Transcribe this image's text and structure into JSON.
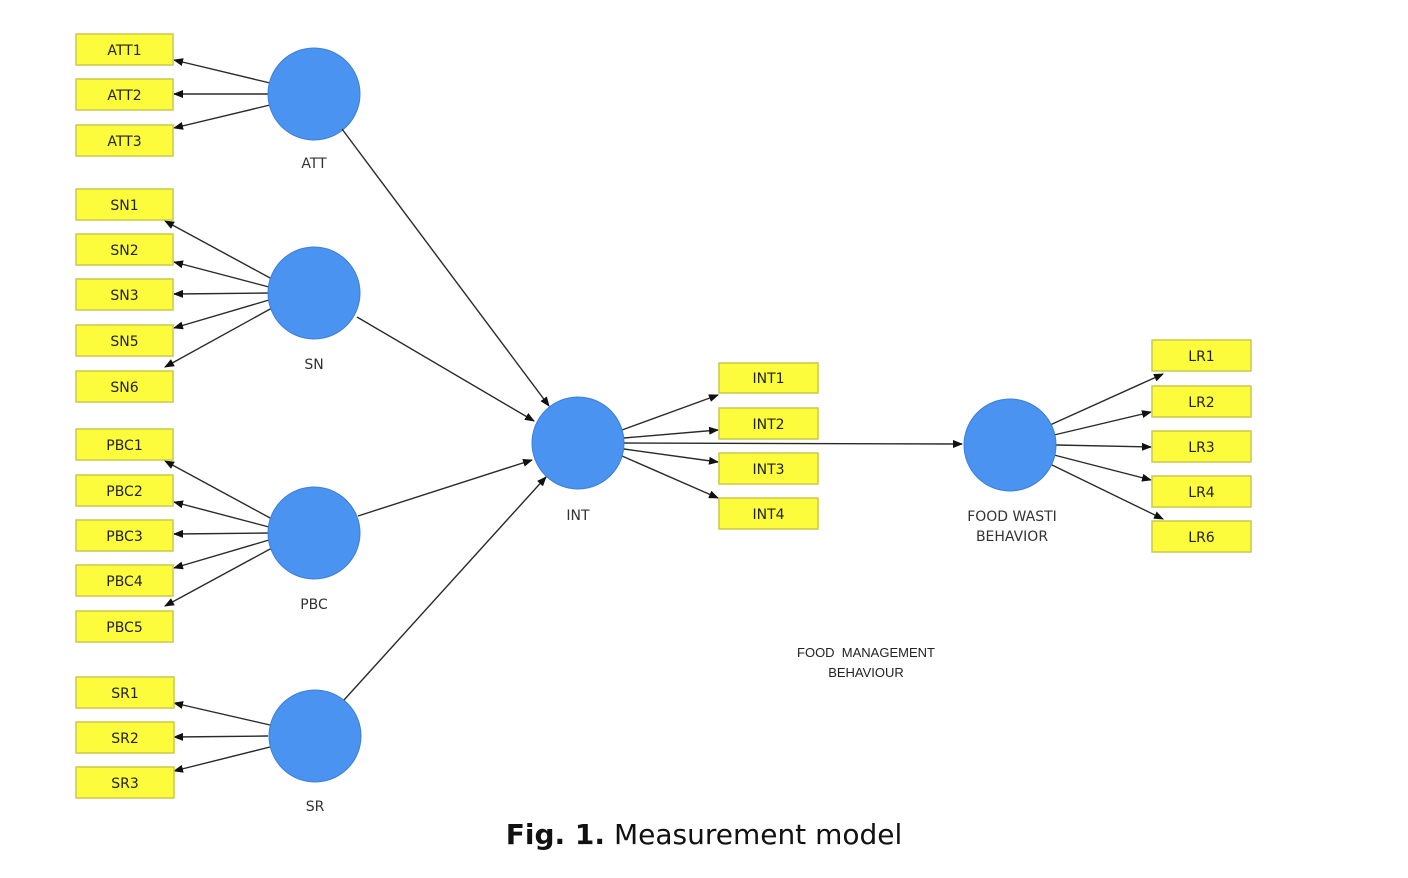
{
  "caption": {
    "number": "Fig. 1.",
    "text": "Measurement model"
  },
  "annotation": {
    "line1": "FOOD  MANAGEMENT",
    "line2": "BEHAVIOUR"
  },
  "colors": {
    "construct": "#4a93f0",
    "indicator": "#fcfc3c",
    "edge": "#2a2a2a"
  },
  "constructs": {
    "att": "ATT",
    "sn": "SN",
    "pbc": "PBC",
    "sr": "SR",
    "int": "INT",
    "fwb_line1": "FOOD WASTI",
    "fwb_line2": "BEHAVIOR"
  },
  "indicators": {
    "att": [
      "ATT1",
      "ATT2",
      "ATT3"
    ],
    "sn": [
      "SN1",
      "SN2",
      "SN3",
      "SN5",
      "SN6"
    ],
    "pbc": [
      "PBC1",
      "PBC2",
      "PBC3",
      "PBC4",
      "PBC5"
    ],
    "sr": [
      "SR1",
      "SR2",
      "SR3"
    ],
    "int": [
      "INT1",
      "INT2",
      "INT3",
      "INT4"
    ],
    "fwb": [
      "LR1",
      "LR2",
      "LR3",
      "LR4",
      "LR6"
    ]
  }
}
